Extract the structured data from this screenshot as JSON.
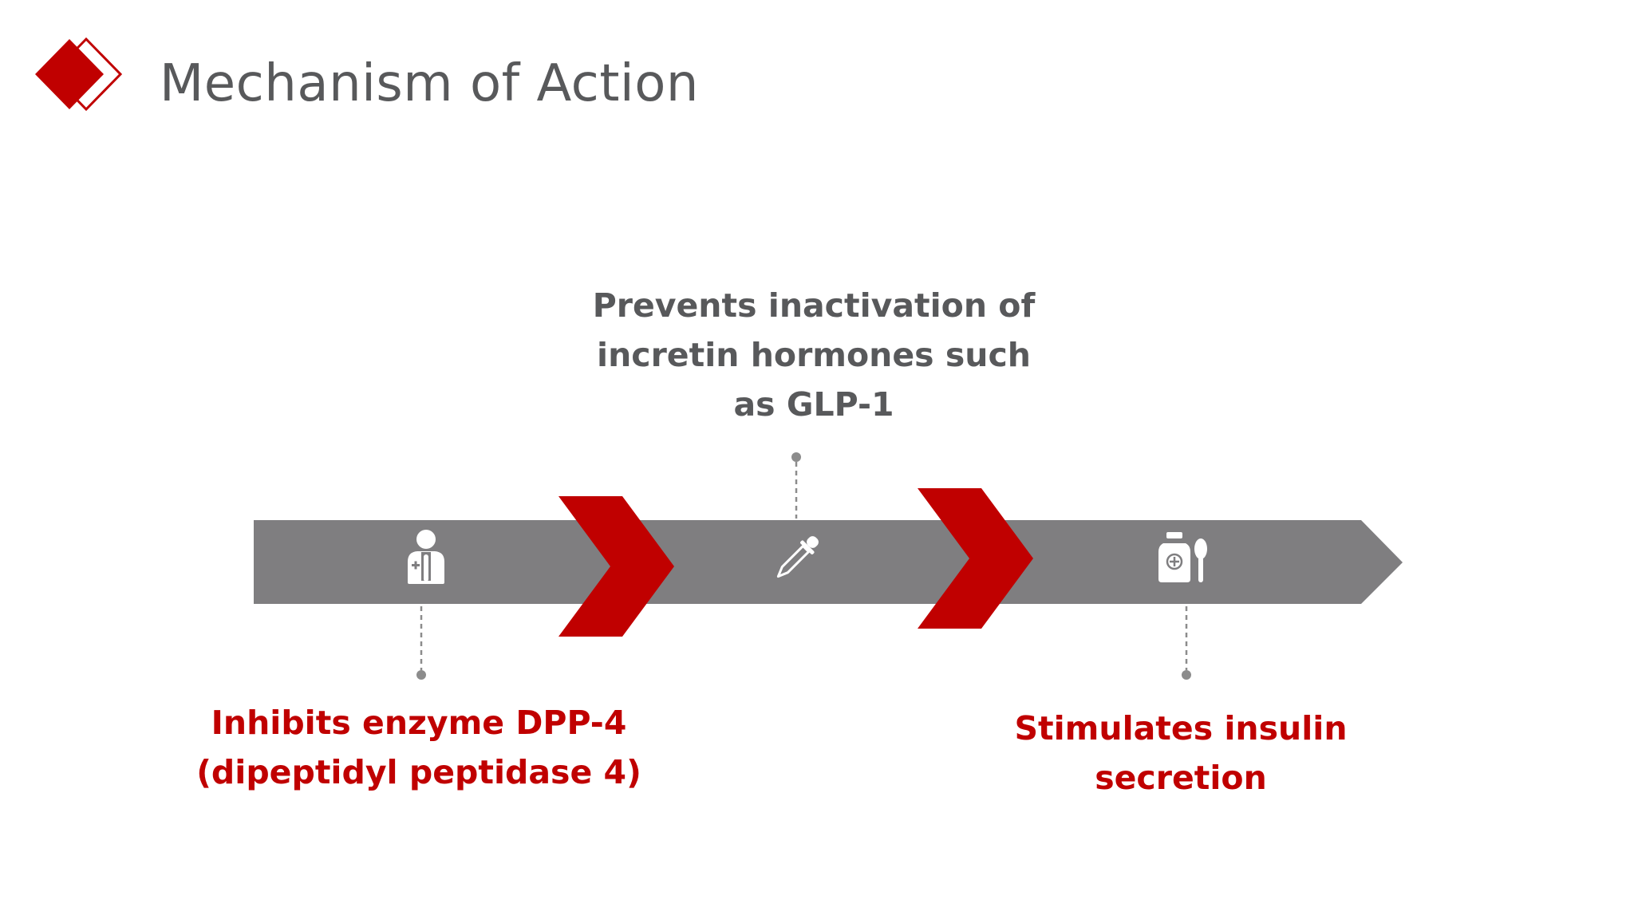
{
  "header": {
    "title": "Mechanism of Action"
  },
  "colors": {
    "accent": "#c00000",
    "arrow_band": "#7f7e80",
    "text_grey": "#58595b",
    "connector": "#8c8c8c",
    "icon": "#ffffff"
  },
  "steps": [
    {
      "lines": [
        "Inhibits enzyme DPP-4",
        "(dipeptidyl peptidase 4)"
      ],
      "icon": "doctor-icon",
      "position": "below"
    },
    {
      "lines": [
        "Prevents inactivation of",
        "incretin hormones such",
        "as GLP-1"
      ],
      "icon": "dropper-icon",
      "position": "above"
    },
    {
      "lines": [
        "Stimulates insulin",
        "secretion"
      ],
      "icon": "medicine-bottle-spoon-icon",
      "position": "below"
    }
  ]
}
